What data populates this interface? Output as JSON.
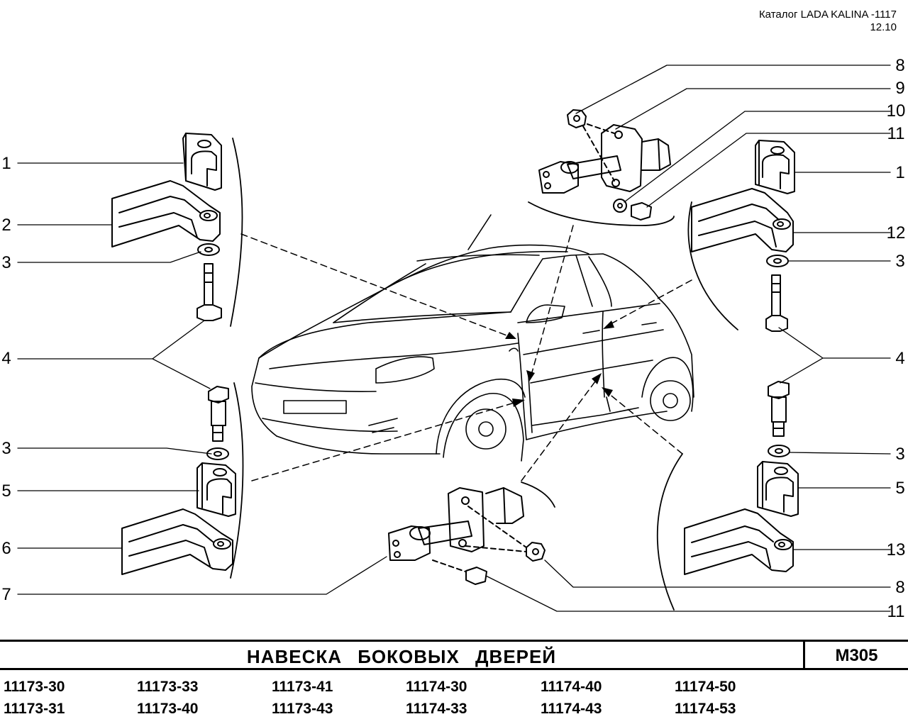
{
  "header": {
    "catalog": "Каталог LADA KALINA -1117",
    "date": "12.10"
  },
  "callouts": {
    "left": [
      "1",
      "2",
      "3",
      "4",
      "3",
      "5",
      "6",
      "7"
    ],
    "right": [
      "8",
      "9",
      "10",
      "11",
      "1",
      "12",
      "3",
      "4",
      "3",
      "5",
      "13",
      "8",
      "11"
    ]
  },
  "title": "НАВЕСКА   БОКОВЫХ   ДВЕРЕЙ",
  "code": "M305",
  "models": [
    [
      "11173-30",
      "11173-31"
    ],
    [
      "11173-33",
      "11173-40"
    ],
    [
      "11173-41",
      "11173-43"
    ],
    [
      "11174-30",
      "11174-33"
    ],
    [
      "11174-40",
      "11174-43"
    ],
    [
      "11174-50",
      "11174-53"
    ]
  ]
}
